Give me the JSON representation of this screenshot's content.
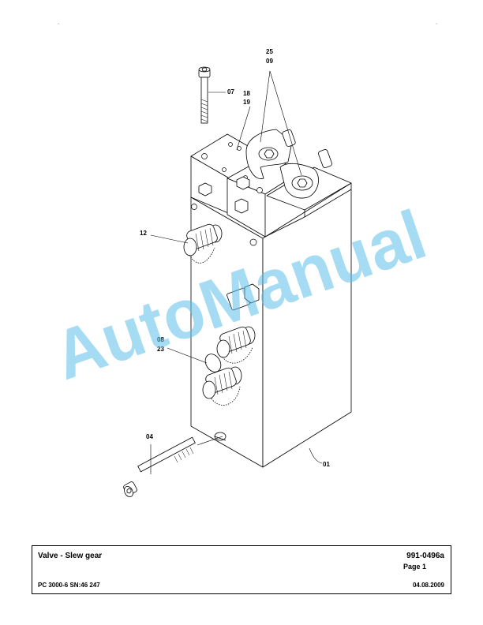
{
  "watermark": {
    "text": "AutoManual",
    "color": "#5cc1ea"
  },
  "drawing": {
    "subject": "valve-block-assembly",
    "callouts": {
      "c25": "25",
      "c09": "09",
      "c07": "07",
      "c18": "18",
      "c19": "19",
      "c12": "12",
      "c08": "08",
      "c23": "23",
      "c04": "04",
      "c01": "01"
    }
  },
  "title_block": {
    "title": "Valve - Slew gear",
    "document_number": "991-0496a",
    "page": "Page 1",
    "model": "PC 3000-6 SN:46 247",
    "date": "04.08.2009"
  }
}
